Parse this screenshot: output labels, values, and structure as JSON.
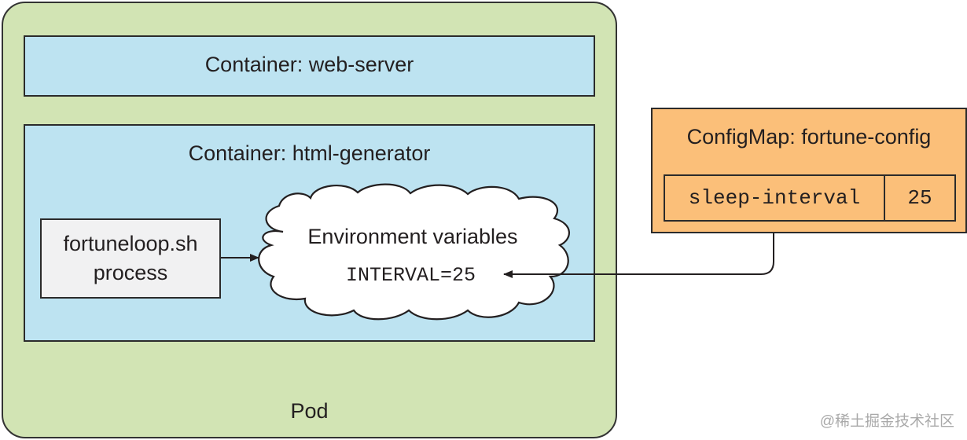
{
  "pod": {
    "label": "Pod",
    "color": "#d2e4b4"
  },
  "containers": [
    {
      "label": "Container: web-server",
      "color": "#bde3f1"
    },
    {
      "label": "Container: html-generator",
      "color": "#bde3f1"
    }
  ],
  "process": {
    "line1": "fortuneloop.sh",
    "line2": "process"
  },
  "env": {
    "title": "Environment variables",
    "variable": "INTERVAL=25"
  },
  "configmap": {
    "title": "ConfigMap: fortune-config",
    "key": "sleep-interval",
    "value": "25",
    "color": "#fbbf79"
  },
  "watermark": "@稀土掘金技术社区"
}
